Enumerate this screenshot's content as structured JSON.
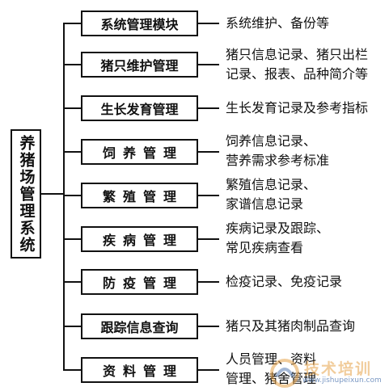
{
  "root": {
    "label": "养猪场管理系统"
  },
  "modules": [
    {
      "label": "系统管理模块",
      "desc": "系统维护、备份等"
    },
    {
      "label": "猪只维护管理",
      "desc": "猪只信息记录、猪只出栏\n记录、报表、品种简介等"
    },
    {
      "label": "生长发育管理",
      "desc": "生长发育记录及参考指标"
    },
    {
      "label": "饲养管理",
      "desc": "饲养信息记录、\n营养需求参考标准"
    },
    {
      "label": "繁殖管理",
      "desc": "繁殖信息记录、\n家谱信息记录"
    },
    {
      "label": "疾病管理",
      "desc": "疾病记录及跟踪、\n常见疾病查看"
    },
    {
      "label": "防疫管理",
      "desc": "检疫记录、免疫记录"
    },
    {
      "label": "跟踪信息查询",
      "desc": "猪只及其猪肉制品查询"
    },
    {
      "label": "资料管理",
      "desc": "人员管理、资料\n管理、猪舍管理"
    }
  ],
  "watermark": {
    "text": "技术培训",
    "url": "www.jishupeixun.com"
  }
}
